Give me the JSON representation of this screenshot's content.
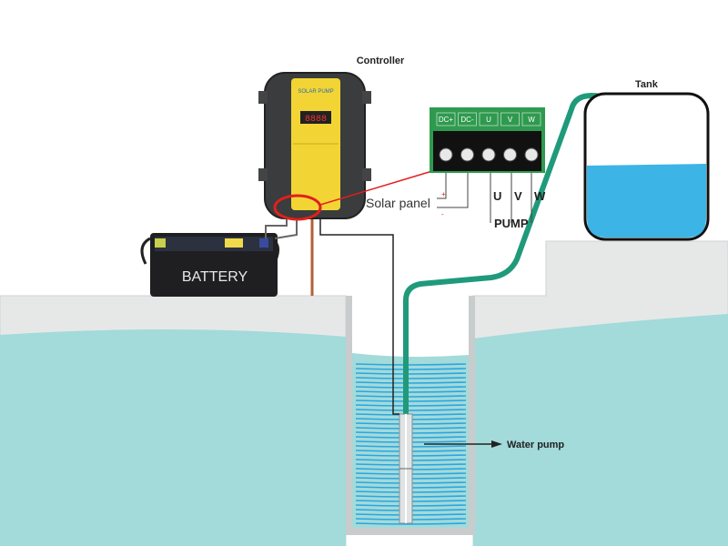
{
  "labels": {
    "controller": "Controller",
    "tank": "Tank",
    "battery": "BATTERY",
    "solar_panel": "Solar panel",
    "solar_plus": "+",
    "solar_minus": "-",
    "pump": "PUMP",
    "water_pump": "Water pump",
    "u": "U",
    "v": "V",
    "w": "W"
  },
  "terminals": [
    "DC+",
    "DC-",
    "U",
    "V",
    "W"
  ],
  "controller_device": {
    "brand": "SOLAR PUMP",
    "display": "8888"
  },
  "colors": {
    "ground": "#e4e6e6",
    "groundwater": "#9fd8d8",
    "well_water_lines": "#29a6e0",
    "pipe": "#1f9a7a",
    "tank_water": "#3cb4e6",
    "highlight": "#e0201c",
    "terminal_block": "#2f9a4f",
    "controller_face": "#f2d534"
  }
}
